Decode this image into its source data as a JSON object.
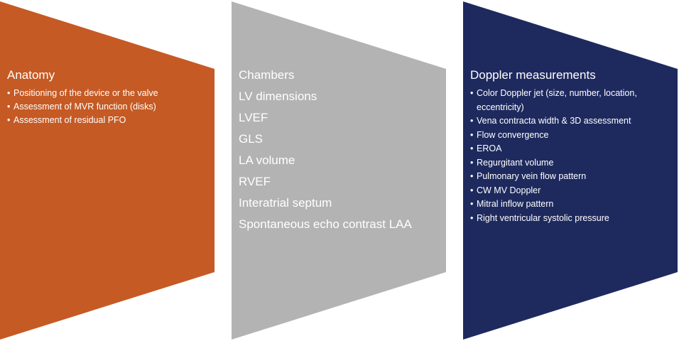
{
  "colors": {
    "anatomy_panel": "#C55A24",
    "chambers_panel": "#B3B3B3",
    "doppler_panel": "#1E2A5E",
    "text": "#FFFFFF"
  },
  "panels": [
    {
      "title": "Anatomy",
      "items": [
        "Positioning of the device or the valve",
        "Assessment of MVR function (disks)",
        "Assessment of residual PFO"
      ]
    },
    {
      "title": "Chambers",
      "items": [
        "LV dimensions",
        "LVEF",
        "GLS",
        "LA volume",
        "RVEF",
        "Interatrial septum",
        "Spontaneous echo contrast LAA"
      ]
    },
    {
      "title": "Doppler measurements",
      "items": [
        "Color Doppler jet (size, number, location, eccentricity)",
        "Vena contracta width & 3D assessment",
        "Flow convergence",
        "EROA",
        "Regurgitant volume",
        "Pulmonary vein flow pattern",
        "CW MV Doppler",
        "Mitral inflow pattern",
        "Right ventricular systolic pressure"
      ]
    }
  ]
}
